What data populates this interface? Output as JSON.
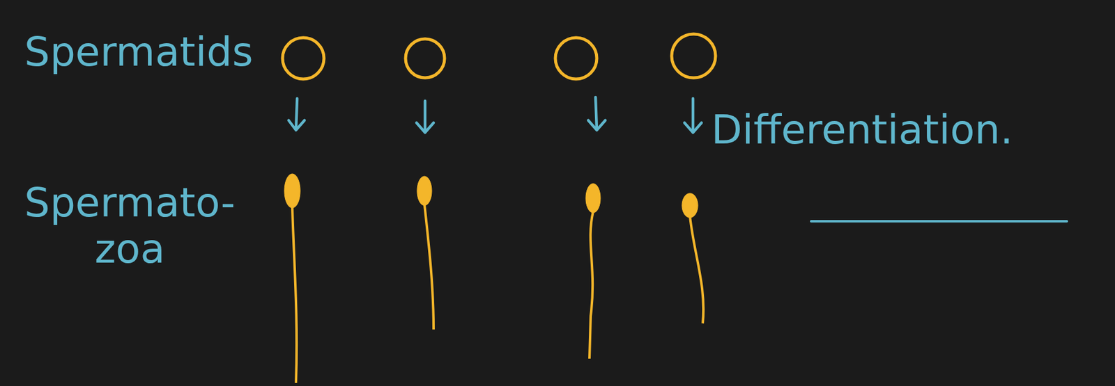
{
  "diagram": {
    "labels": [
      "Spermatids",
      "Differentiation.",
      "Spermato- zoa"
    ]
  }
}
